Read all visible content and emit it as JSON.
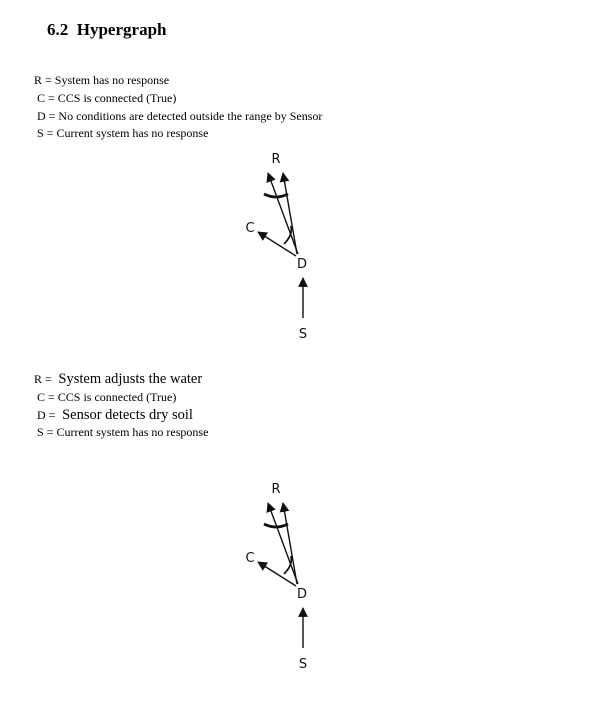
{
  "section_title": "6.2  Hypergraph",
  "legend_1": {
    "r": "R = System has no response",
    "c": " C = CCS is connected (True)",
    "d": " D = No conditions are detected outside the range by Sensor",
    "s": " S = Current system has no response"
  },
  "legend_2": {
    "r_prefix": "R = ",
    "r_text": " System adjusts the water",
    "c": " C = CCS is connected (True)",
    "d_prefix": " D = ",
    "d_text": " Sensor detects dry soil",
    "s": " S = Current system has no response"
  },
  "diagram_1": {
    "nodes": {
      "r": "R",
      "c": "C",
      "d": "D",
      "s": "S"
    }
  },
  "diagram_2": {
    "nodes": {
      "r": "R",
      "c": "C",
      "d": "D",
      "s": "S"
    }
  }
}
